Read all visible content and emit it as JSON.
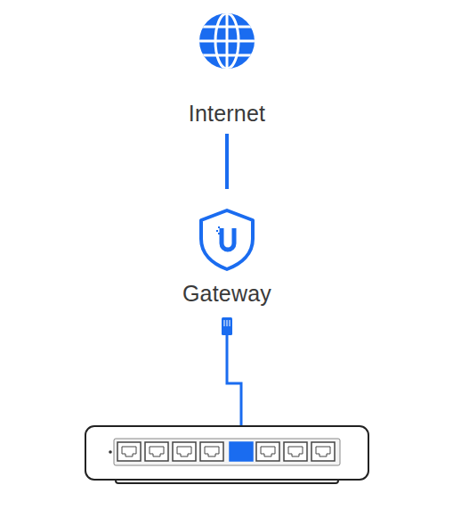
{
  "diagram": {
    "nodes": [
      {
        "text": [
          "Internet"
        ]
      },
      {
        "text": [
          "Gateway"
        ]
      }
    ],
    "edges": [
      {
        "from": 0,
        "to": 1,
        "arrow": "none"
      }
    ]
  }
}
